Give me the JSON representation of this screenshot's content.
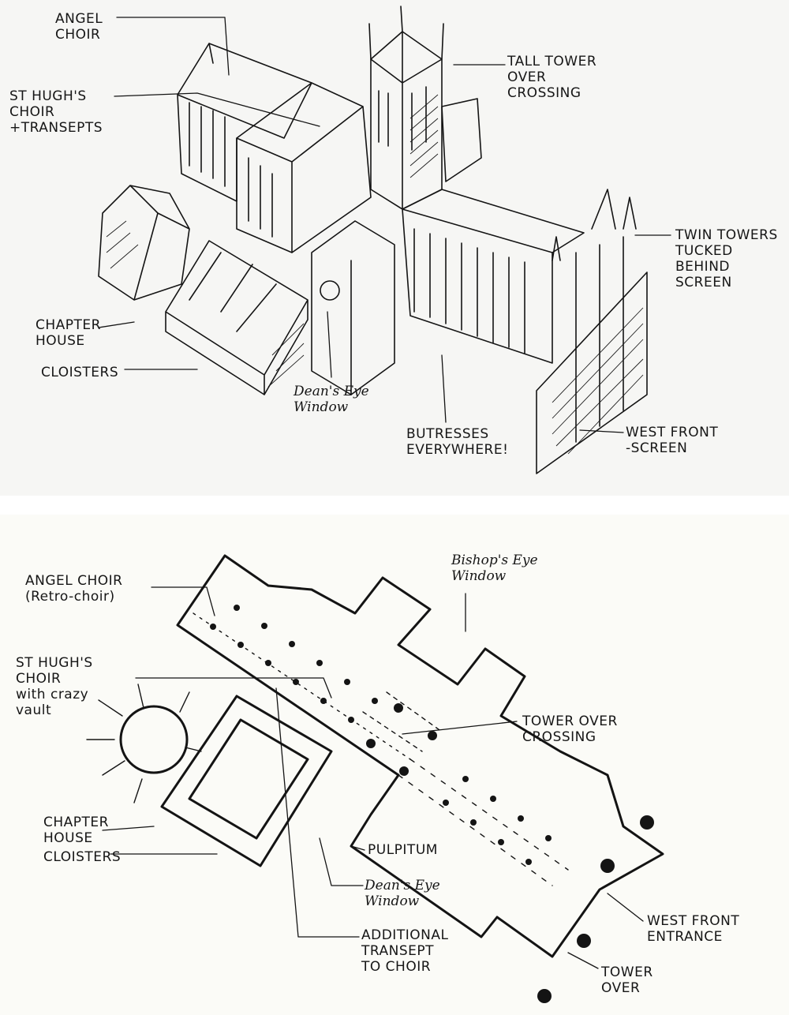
{
  "top_sketch": {
    "labels": {
      "angel_choir": "ANGEL\nCHOIR",
      "st_hughs": "ST HUGH'S\nCHOIR\n+TRANSEPTS",
      "tall_tower": "TALL TOWER\nOVER\nCROSSING",
      "twin_towers": "TWIN TOWERS\nTUCKED\nBEHIND SCREEN",
      "chapter_house": "CHAPTER\nHOUSE",
      "cloisters": "CLOISTERS",
      "deans_eye": "Dean's Eye\nWindow",
      "butresses": "BUTRESSES\nEVERYWHERE!",
      "west_front": "WEST FRONT\n-SCREEN"
    }
  },
  "plan_sketch": {
    "labels": {
      "angel_choir": "ANGEL CHOIR\n(Retro-choir)",
      "bishops_eye": "Bishop's Eye\nWindow",
      "st_hughs": "ST HUGH'S\nCHOIR\nwith crazy\nvault",
      "tower_over_crossing": "TOWER OVER\nCROSSING",
      "chapter_house": "CHAPTER\nHOUSE",
      "cloisters": "CLOISTERS",
      "pulpitum": "PULPITUM",
      "deans_eye": "Dean's Eye\nWindow",
      "additional_transept": "ADDITIONAL\nTRANSEPT\nTO CHOIR",
      "west_front_entrance": "WEST FRONT\nENTRANCE",
      "tower_over": "TOWER\nOVER"
    }
  }
}
